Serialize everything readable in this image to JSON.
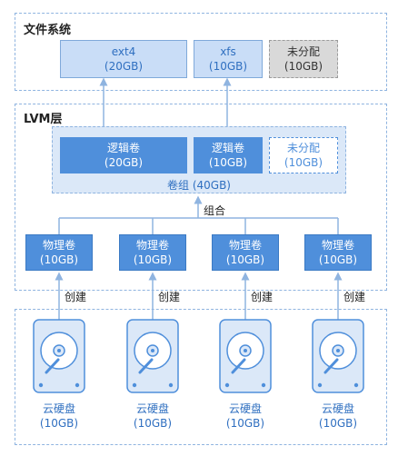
{
  "filesystem": {
    "title": "文件系统",
    "boxes": [
      {
        "name": "ext4",
        "size": "(20GB)"
      },
      {
        "name": "xfs",
        "size": "(10GB)"
      },
      {
        "name": "未分配",
        "size": "(10GB)"
      }
    ]
  },
  "lvm": {
    "title": "LVM层",
    "logical_volumes": [
      {
        "name": "逻辑卷",
        "size": "(20GB)"
      },
      {
        "name": "逻辑卷",
        "size": "(10GB)"
      },
      {
        "name": "未分配",
        "size": "(10GB)"
      }
    ],
    "volume_group_label": "卷组 (40GB)",
    "combine_label": "组合",
    "physical_volumes": [
      {
        "name": "物理卷",
        "size": "(10GB)"
      },
      {
        "name": "物理卷",
        "size": "(10GB)"
      },
      {
        "name": "物理卷",
        "size": "(10GB)"
      },
      {
        "name": "物理卷",
        "size": "(10GB)"
      }
    ]
  },
  "create_label": "创建",
  "disks": [
    {
      "name": "云硬盘",
      "size": "(10GB)"
    },
    {
      "name": "云硬盘",
      "size": "(10GB)"
    },
    {
      "name": "云硬盘",
      "size": "(10GB)"
    },
    {
      "name": "云硬盘",
      "size": "(10GB)"
    }
  ],
  "colors": {
    "accent": "#4f8fdb",
    "light_fill": "#c9ddf7",
    "group_fill": "#dbe8f8",
    "dashed_border": "#8fb4e0",
    "unallocated_fill": "#d9d9d9"
  }
}
